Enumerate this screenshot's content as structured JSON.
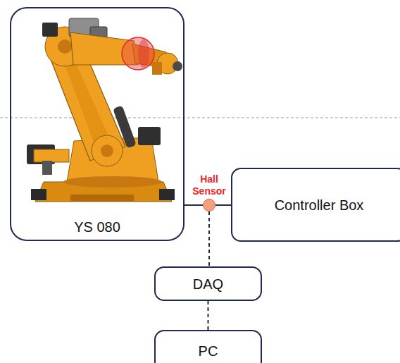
{
  "diagram": {
    "nodes": [
      {
        "text": [
          "YS 080"
        ]
      },
      {
        "text": [
          "Hall Sensor"
        ]
      },
      {
        "text": [
          "Controller Box"
        ]
      },
      {
        "text": [
          "DAQ"
        ]
      },
      {
        "text": [
          "PC"
        ]
      }
    ],
    "edges": [
      {
        "from": 0,
        "to": 1,
        "arrow": "none"
      },
      {
        "from": 1,
        "to": 2,
        "arrow": "none"
      },
      {
        "from": 1,
        "to": 3,
        "arrow": "none"
      },
      {
        "from": 3,
        "to": 4,
        "arrow": "none"
      }
    ]
  }
}
